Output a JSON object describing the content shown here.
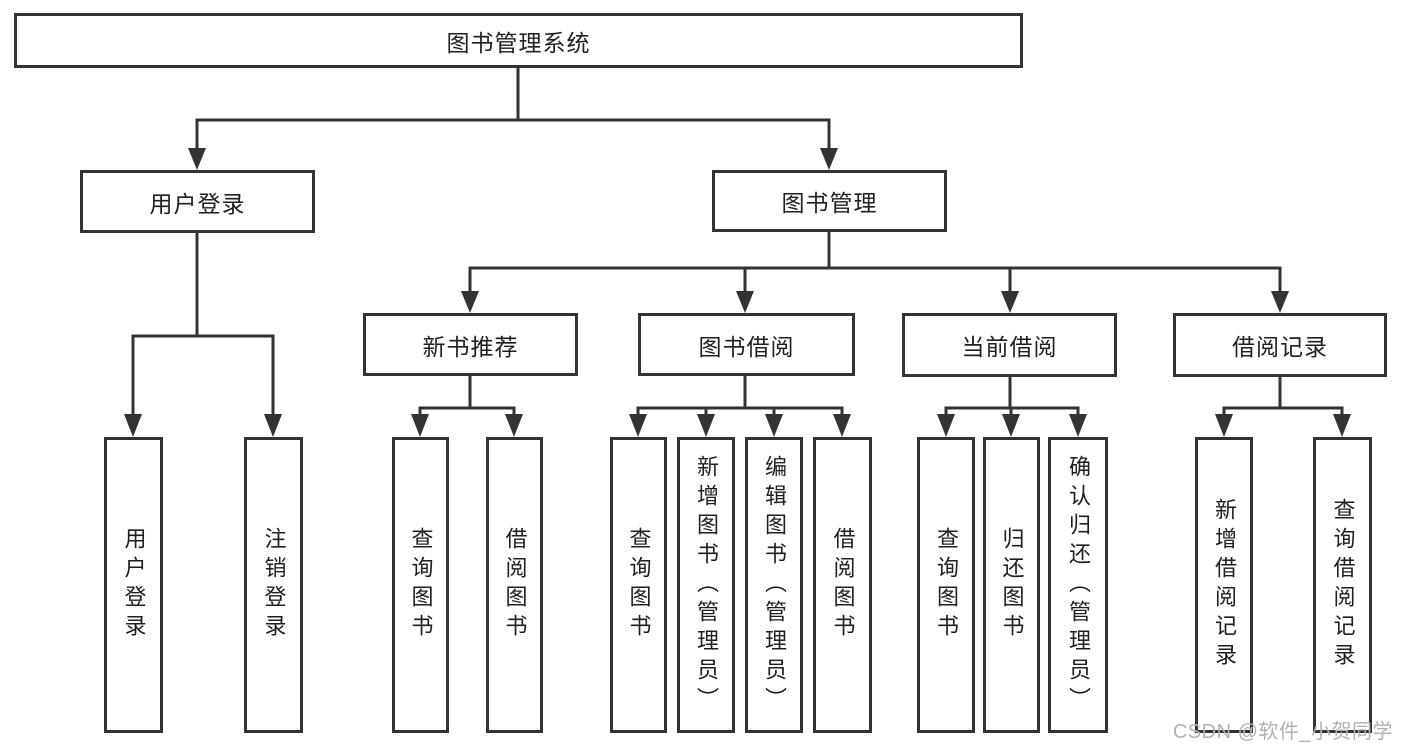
{
  "diagram": {
    "title": "图书管理系统",
    "tree": {
      "label": "图书管理系统",
      "children": [
        {
          "label": "用户登录",
          "children": [
            {
              "label": "用户登录"
            },
            {
              "label": "注销登录"
            }
          ]
        },
        {
          "label": "图书管理",
          "children": [
            {
              "label": "新书推荐",
              "children": [
                {
                  "label": "查询图书"
                },
                {
                  "label": "借阅图书"
                }
              ]
            },
            {
              "label": "图书借阅",
              "children": [
                {
                  "label": "查询图书"
                },
                {
                  "label": "新增图书（管理员）"
                },
                {
                  "label": "编辑图书（管理员）"
                },
                {
                  "label": "借阅图书"
                }
              ]
            },
            {
              "label": "当前借阅",
              "children": [
                {
                  "label": "查询图书"
                },
                {
                  "label": "归还图书"
                },
                {
                  "label": "确认归还（管理员）"
                }
              ]
            },
            {
              "label": "借阅记录",
              "children": [
                {
                  "label": "新增借阅记录"
                },
                {
                  "label": "查询借阅记录"
                }
              ]
            }
          ]
        }
      ]
    }
  },
  "watermark": {
    "text": "CSDN @软件_小贺同学"
  },
  "colors": {
    "line": "#333333",
    "box_fill": "#ffffff",
    "text": "#1f1f1f",
    "watermark": "#b2b2b2"
  }
}
